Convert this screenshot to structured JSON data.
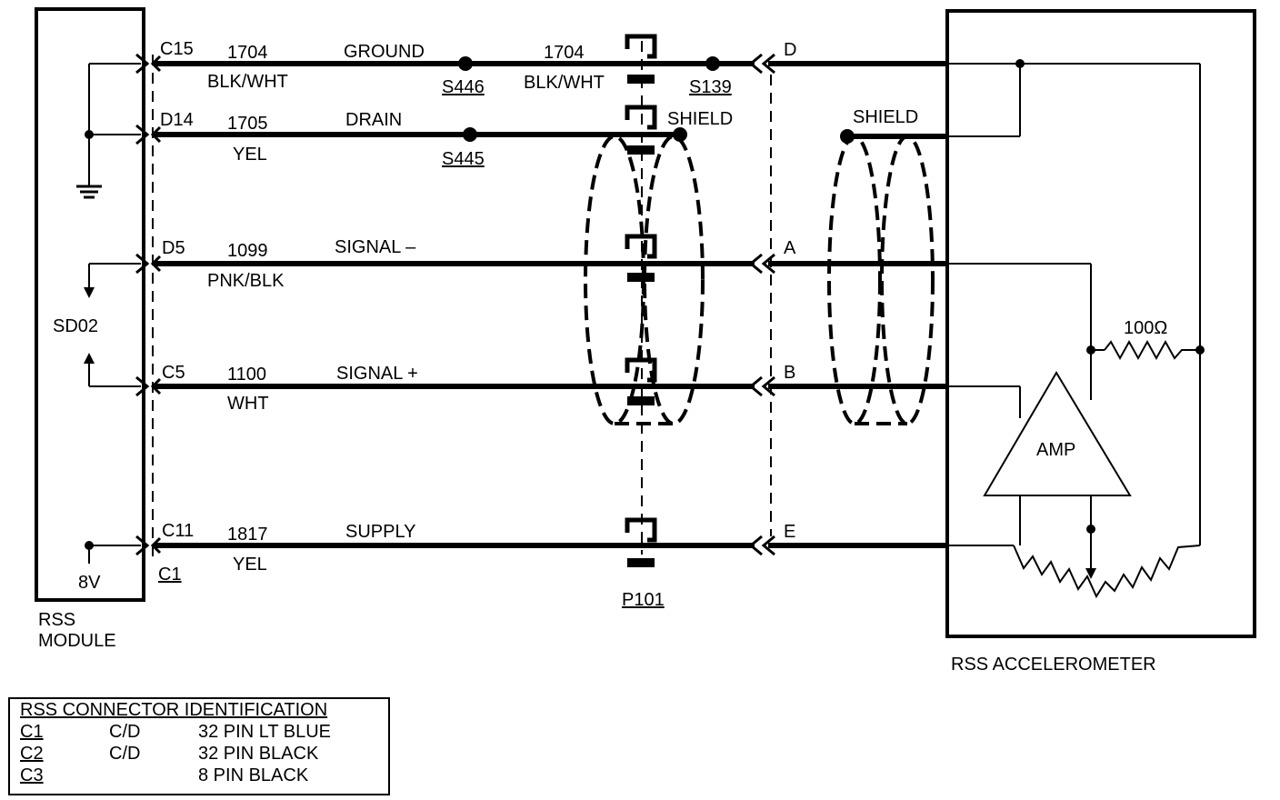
{
  "module": {
    "name_line1": "RSS",
    "name_line2": "MODULE",
    "sd_label": "SD02",
    "voltage_label": "8V"
  },
  "accelerometer": {
    "name": "RSS ACCELEROMETER",
    "amp_label": "AMP",
    "resistor_label": "100Ω"
  },
  "circuits": [
    {
      "pin": "C15",
      "number": "1704",
      "color": "BLK/WHT",
      "function": "GROUND",
      "splice": "S446",
      "number2": "1704",
      "color2": "BLK/WHT",
      "splice2": "S139",
      "far_pin": "D"
    },
    {
      "pin": "D14",
      "number": "1705",
      "color": "YEL",
      "function": "DRAIN",
      "splice": "S445",
      "shield_label": "SHIELD",
      "far_shield_label": "SHIELD"
    },
    {
      "pin": "D5",
      "number": "1099",
      "color": "PNK/BLK",
      "function": "SIGNAL –",
      "far_pin": "A"
    },
    {
      "pin": "C5",
      "number": "1100",
      "color": "WHT",
      "function": "SIGNAL +",
      "far_pin": "B"
    },
    {
      "pin": "C11",
      "number": "1817",
      "color": "YEL",
      "function": "SUPPLY",
      "far_pin": "E"
    }
  ],
  "connectors": {
    "module_connector": "C1",
    "inline_connector": "P101"
  },
  "connector_table": {
    "title": "RSS CONNECTOR IDENTIFICATION",
    "rows": [
      {
        "id": "C1",
        "type": "C/D",
        "desc": "32 PIN LT BLUE"
      },
      {
        "id": "C2",
        "type": "C/D",
        "desc": "32 PIN BLACK"
      },
      {
        "id": "C3",
        "type": "",
        "desc": "8 PIN BLACK"
      }
    ]
  }
}
